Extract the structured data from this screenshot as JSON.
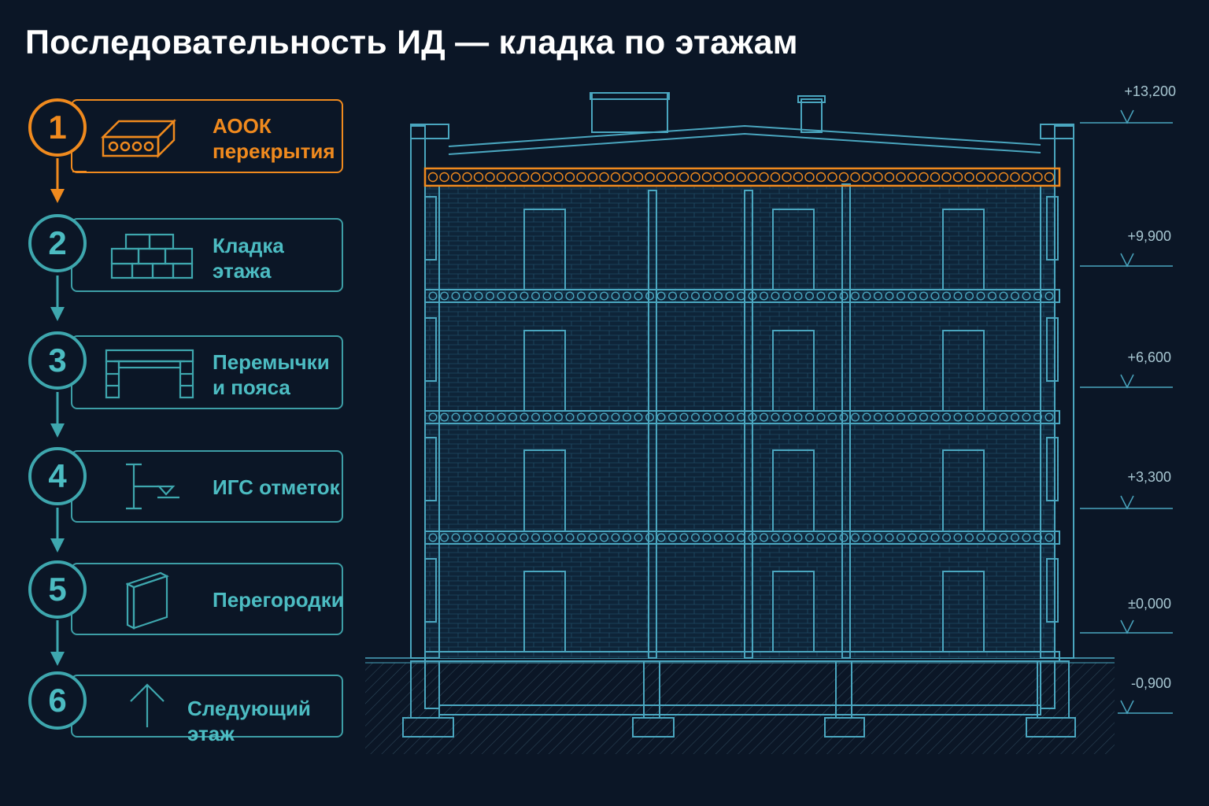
{
  "title": "Последовательность ИД — кладка по этажам",
  "colors": {
    "background": "#0b1626",
    "accent_active": "#f08a1e",
    "accent_step": "#3ea7ae",
    "drawing_line": "#4aa6bf"
  },
  "steps": [
    {
      "number": "1",
      "label": "АООК\nперекрытия",
      "icon": "hollow-core-slab-icon",
      "active": true
    },
    {
      "number": "2",
      "label": "Кладка\nэтажа",
      "icon": "brick-wall-icon",
      "active": false
    },
    {
      "number": "3",
      "label": "Перемычки\nи пояса",
      "icon": "lintel-icon",
      "active": false
    },
    {
      "number": "4",
      "label": "ИГС отметок",
      "icon": "level-mark-icon",
      "active": false
    },
    {
      "number": "5",
      "label": "Перегородки",
      "icon": "partition-icon",
      "active": false
    },
    {
      "number": "6",
      "label": "Следующий этаж",
      "icon": "arrow-up-icon",
      "active": false
    }
  ],
  "levels": [
    "+13,200",
    "+9,900",
    "+6,600",
    "+3,300",
    "±0,000",
    "-0,900"
  ]
}
